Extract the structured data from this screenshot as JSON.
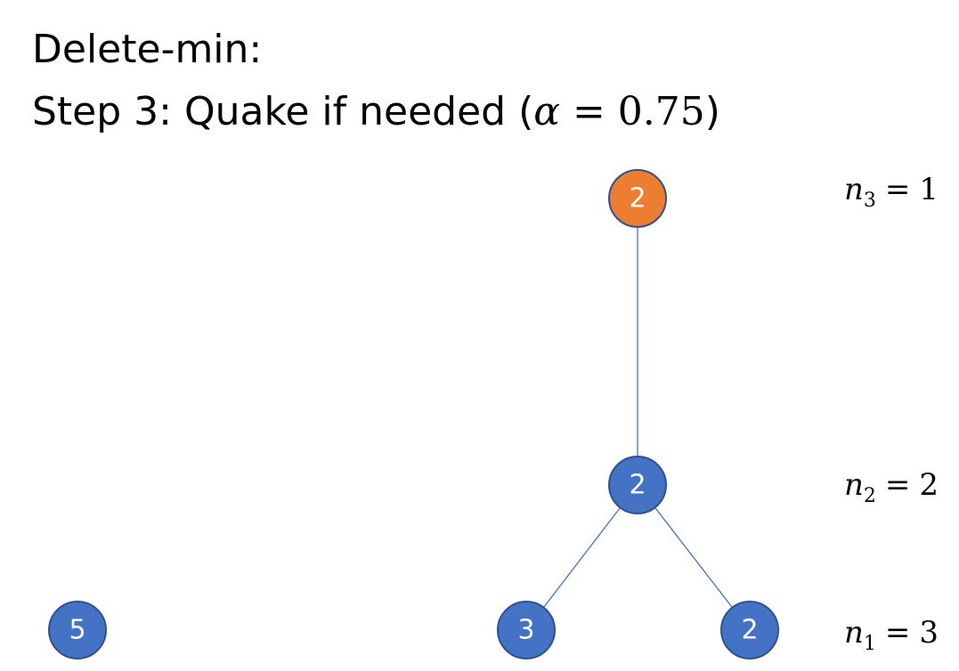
{
  "title": {
    "line1": "Delete-min:",
    "line2_prefix": "Step 3: Quake if needed (",
    "alpha_symbol": "α",
    "equals": " = ",
    "alpha_value": "0.75",
    "line2_suffix": ")"
  },
  "colors": {
    "node_blue": "#4472C4",
    "node_blue_border": "#2F528F",
    "node_orange": "#ED7D31",
    "node_orange_border": "#2F528F",
    "edge": "#4472C4"
  },
  "nodes": [
    {
      "id": "root",
      "label": "2",
      "color": "orange"
    },
    {
      "id": "mid",
      "label": "2",
      "color": "blue"
    },
    {
      "id": "leaf-left",
      "label": "3",
      "color": "blue"
    },
    {
      "id": "leaf-right",
      "label": "2",
      "color": "blue"
    },
    {
      "id": "isolated",
      "label": "5",
      "color": "blue"
    }
  ],
  "edges": [
    {
      "from": "root",
      "to": "mid"
    },
    {
      "from": "mid",
      "to": "leaf-left"
    },
    {
      "from": "mid",
      "to": "leaf-right"
    }
  ],
  "levels": [
    {
      "var": "n",
      "sub": "3",
      "op": "=",
      "value": "1"
    },
    {
      "var": "n",
      "sub": "2",
      "op": "=",
      "value": "2"
    },
    {
      "var": "n",
      "sub": "1",
      "op": "=",
      "value": "3"
    }
  ]
}
